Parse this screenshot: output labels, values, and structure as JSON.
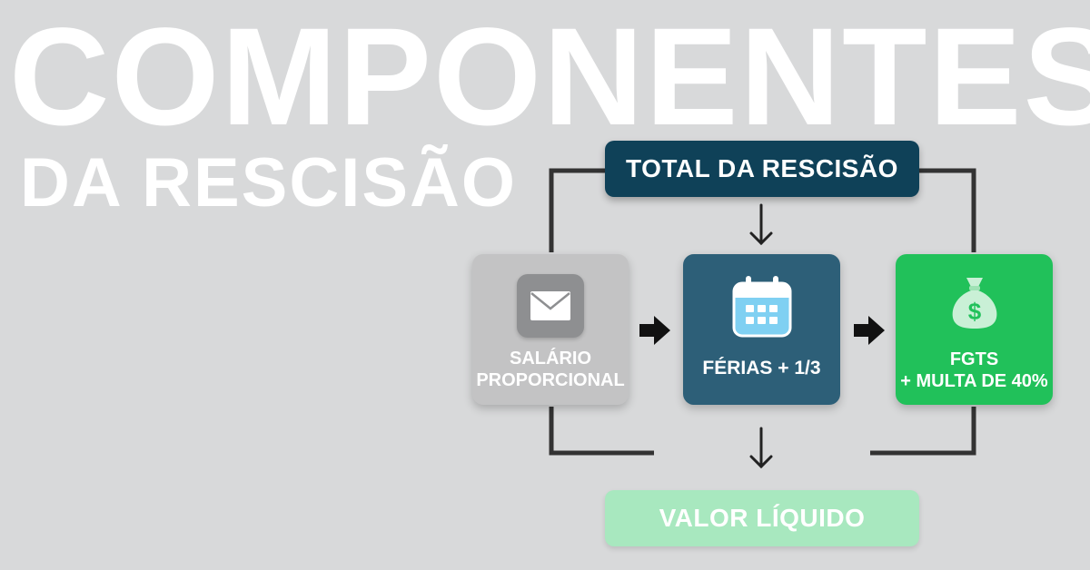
{
  "heading": {
    "title": "COMPONENTES",
    "subtitle": "DA RESCISÃO"
  },
  "diagram": {
    "top_node": "TOTAL DA RESCISÃO",
    "components": [
      {
        "label_line1": "SALÁRIO",
        "label_line2": "PROPORCIONAL",
        "icon": "envelope-icon",
        "color": "#c3c3c4"
      },
      {
        "label_line1": "FÉRIAS + 1/3",
        "label_line2": "",
        "icon": "calendar-icon",
        "color": "#2d5f78"
      },
      {
        "label_line1": "FGTS",
        "label_line2": "+ MULTA DE 40%",
        "icon": "money-bag-icon",
        "color": "#21c15a"
      }
    ],
    "bottom_node": "VALOR LÍQUIDO",
    "top_color": "#0f4158",
    "bottom_color": "#a8e8bf"
  }
}
